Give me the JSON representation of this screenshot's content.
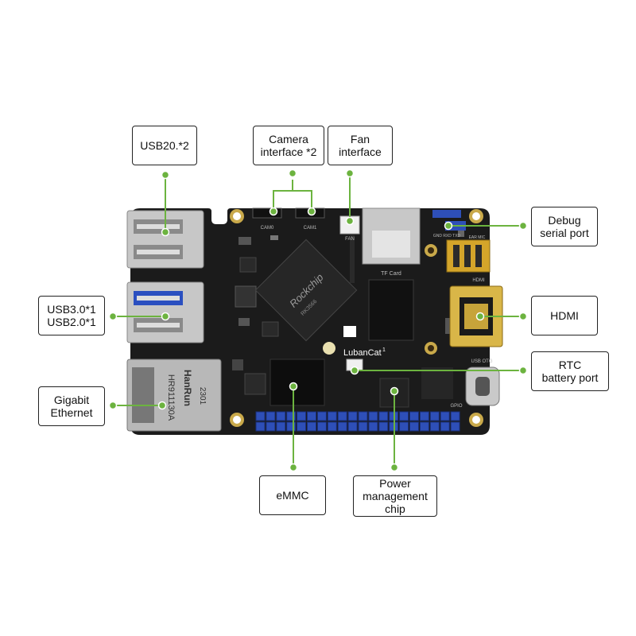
{
  "colors": {
    "accent": "#6cb33f",
    "board": "#1b1b1b",
    "gpio_pins": "#2e4fb8",
    "label_border": "#222222"
  },
  "labels": {
    "usb20": "USB20.*2",
    "camera": "Camera\ninterface *2",
    "fan": "Fan\ninterface",
    "debug": "Debug\nserial port",
    "usb30": "USB3.0*1\nUSB2.0*1",
    "hdmi": "HDMI",
    "rtc": "RTC\nbattery port",
    "ethernet": "Gigabit\nEthernet",
    "emmc": "eMMC",
    "pmic": "Power\nmanagement\nchip"
  },
  "board": {
    "soc_brand": "Rockchip",
    "soc_marking": "RK3566",
    "board_brand": "LubanCat",
    "board_version": "1",
    "eth_brand": "HanRun",
    "eth_part": "HR911130A",
    "eth_date": "2301",
    "tf_label": "TF Card",
    "hdmi_label": "HDMI",
    "gpio_label": "GPIO",
    "usb_otg_label": "USB OTG",
    "debug_pins": "GND RXD TXD",
    "audio_label": "EAR MIC",
    "cam0": "CAM0",
    "cam1": "CAM1",
    "fan_label": "FAN"
  }
}
